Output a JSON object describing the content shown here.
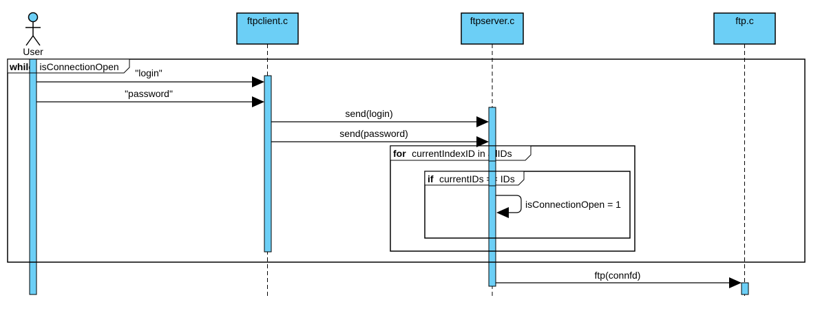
{
  "actor": {
    "name": "User"
  },
  "participants": {
    "client": "ftpclient.c",
    "server": "ftpserver.c",
    "ftp": "ftp.c"
  },
  "fragments": {
    "loop": {
      "keyword": "while",
      "guard": "isConnectionOpen"
    },
    "for": {
      "keyword": "for",
      "guard": "currentIndexID in allIDs"
    },
    "alt": {
      "keyword": "if",
      "guard": "currentIDs == IDs"
    }
  },
  "messages": {
    "login": "\"login\"",
    "password": "\"password\"",
    "send_login": "send(login)",
    "send_password": "send(password)",
    "self_call": "isConnectionOpen = 1",
    "ftp_call": "ftp(connfd)"
  },
  "colors": {
    "box_fill": "#6CCFF6",
    "line": "#000000",
    "background": "#FFFFFF"
  }
}
